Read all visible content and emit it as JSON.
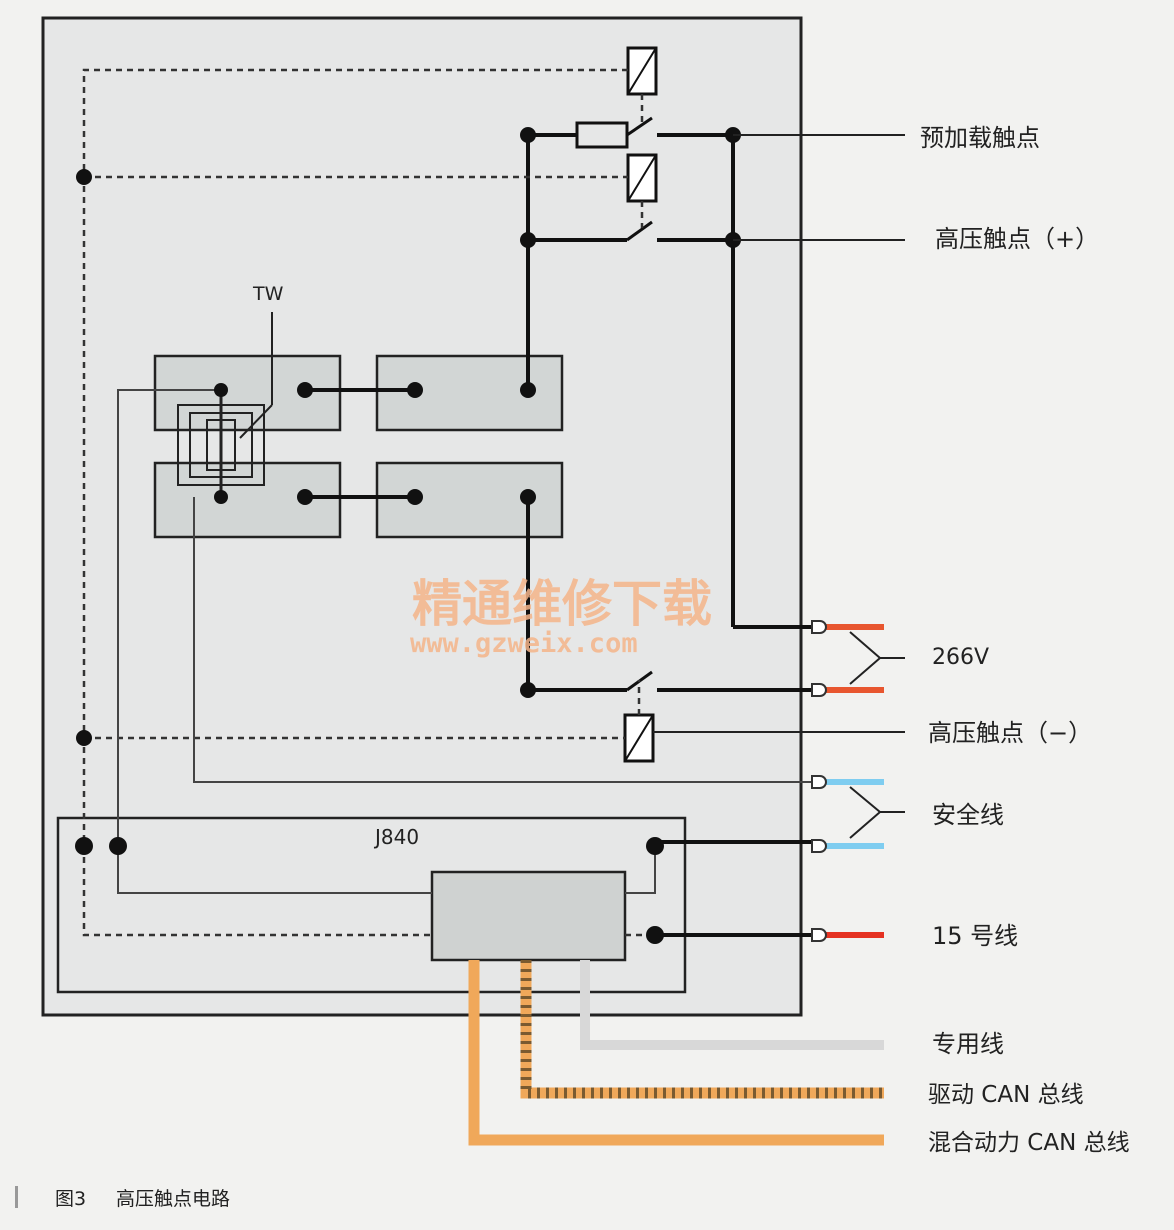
{
  "labels": {
    "preload_contact": "预加载触点",
    "hv_contact_plus": "高压触点（+）",
    "voltage": "266V",
    "hv_contact_minus": "高压触点（−）",
    "safety_line": "安全线",
    "line_15": "15 号线",
    "dedicated_line": "专用线",
    "drive_can": "驱动 CAN 总线",
    "hybrid_can": "混合动力 CAN 总线",
    "tw": "TW",
    "j840": "J840"
  },
  "caption": {
    "figure_no": "图3",
    "title": "高压触点电路"
  },
  "watermark": {
    "cn": "精通维修下载",
    "url": "www.gzweix.com"
  },
  "colors": {
    "panel_bg": "#e6e7e7",
    "module_fill": "#d2d6d5",
    "wire": "#111111",
    "orange_red": "#e8562f",
    "orange": "#f0a85a",
    "blue": "#7fcdf0",
    "red": "#e53222",
    "grey_line": "#d8d8d8"
  }
}
